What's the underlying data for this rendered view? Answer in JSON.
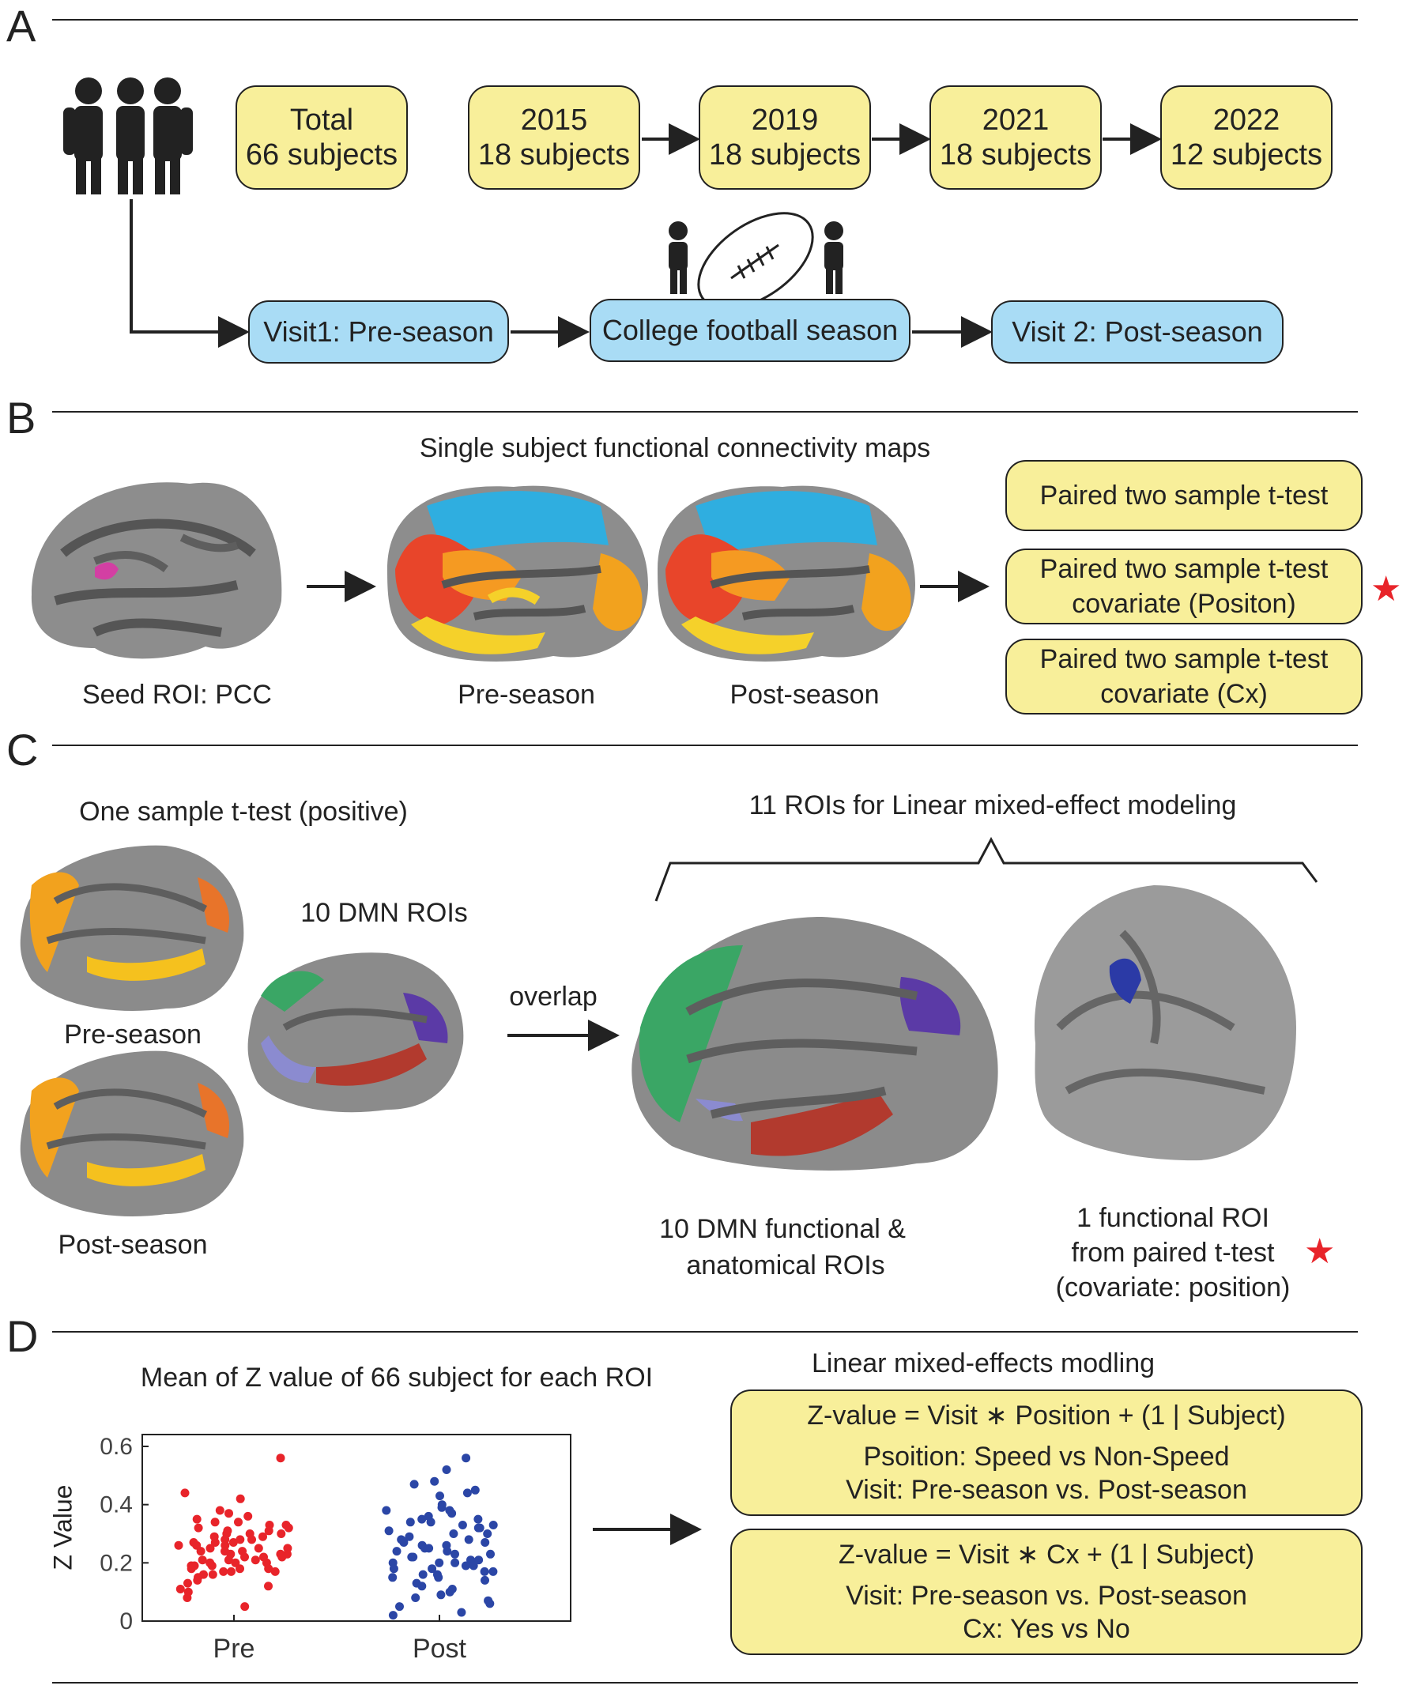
{
  "panels": {
    "a": "A",
    "b": "B",
    "c": "C",
    "d": "D"
  },
  "a": {
    "total_line1": "Total",
    "total_line2": "66 subjects",
    "cohorts": [
      {
        "year": "2015",
        "subjects": "18 subjects"
      },
      {
        "year": "2019",
        "subjects": "18 subjects"
      },
      {
        "year": "2021",
        "subjects": "18 subjects"
      },
      {
        "year": "2022",
        "subjects": "12 subjects"
      }
    ],
    "visit1": "Visit1: Pre-season",
    "season": "College football season",
    "visit2": "Visit 2: Post-season"
  },
  "b": {
    "title": "Single subject functional connectivity maps",
    "seed_label": "Seed ROI: PCC",
    "pre_label": "Pre-season",
    "post_label": "Post-season",
    "test1": "Paired two sample t-test",
    "test2_line1": "Paired two sample t-test",
    "test2_line2": "covariate (Positon)",
    "test3_line1": "Paired two sample t-test",
    "test3_line2": "covariate (Cx)"
  },
  "c": {
    "one_sample": "One sample t-test (positive)",
    "pre_label": "Pre-season",
    "post_label": "Post-season",
    "dmn_rois": "10 DMN ROIs",
    "overlap": "overlap",
    "rois_title": "11 ROIs for Linear mixed-effect modeling",
    "dmn_func_line1": "10 DMN functional &",
    "dmn_func_line2": "anatomical ROIs",
    "func_roi_line1": "1 functional ROI",
    "func_roi_line2": "from paired t-test",
    "func_roi_line3": "(covariate: position)"
  },
  "d": {
    "plot_title": "Mean of Z value of 66 subject for each ROI",
    "lme_title": "Linear mixed-effects modling",
    "model1_line1": "Z-value = Visit ∗ Position + (1 | Subject)",
    "model1_line2": "Psoition: Speed vs Non-Speed",
    "model1_line3": "Visit: Pre-season vs. Post-season",
    "model2_line1": "Z-value = Visit ∗ Cx + (1 | Subject)",
    "model2_line2": "Visit: Pre-season vs. Post-season",
    "model2_line3": "Cx: Yes vs No"
  },
  "chart_data": {
    "type": "scatter",
    "ylabel": "Z Value",
    "xlabel": "",
    "categories": [
      "Pre",
      "Post"
    ],
    "yticks": [
      "0",
      "0.2",
      "0.4",
      "0.6"
    ],
    "ylim": [
      0,
      0.6
    ],
    "series": [
      {
        "category": "Pre",
        "color": "#e8242a",
        "values": [
          0.56,
          0.44,
          0.42,
          0.38,
          0.37,
          0.36,
          0.35,
          0.34,
          0.34,
          0.33,
          0.33,
          0.32,
          0.32,
          0.31,
          0.31,
          0.3,
          0.3,
          0.3,
          0.29,
          0.29,
          0.28,
          0.28,
          0.28,
          0.27,
          0.27,
          0.27,
          0.26,
          0.26,
          0.26,
          0.25,
          0.25,
          0.25,
          0.24,
          0.24,
          0.24,
          0.23,
          0.23,
          0.23,
          0.22,
          0.22,
          0.22,
          0.21,
          0.21,
          0.21,
          0.2,
          0.2,
          0.2,
          0.19,
          0.19,
          0.19,
          0.18,
          0.18,
          0.18,
          0.17,
          0.17,
          0.17,
          0.16,
          0.16,
          0.15,
          0.14,
          0.13,
          0.12,
          0.11,
          0.1,
          0.08,
          0.05
        ]
      },
      {
        "category": "Post",
        "color": "#2b46a6",
        "values": [
          0.56,
          0.52,
          0.48,
          0.47,
          0.45,
          0.44,
          0.43,
          0.4,
          0.39,
          0.38,
          0.38,
          0.37,
          0.36,
          0.35,
          0.35,
          0.34,
          0.34,
          0.33,
          0.33,
          0.32,
          0.32,
          0.31,
          0.3,
          0.3,
          0.29,
          0.28,
          0.28,
          0.27,
          0.27,
          0.26,
          0.26,
          0.25,
          0.25,
          0.24,
          0.24,
          0.23,
          0.23,
          0.22,
          0.22,
          0.21,
          0.21,
          0.2,
          0.2,
          0.2,
          0.19,
          0.19,
          0.18,
          0.18,
          0.17,
          0.17,
          0.16,
          0.16,
          0.15,
          0.15,
          0.14,
          0.13,
          0.12,
          0.11,
          0.1,
          0.09,
          0.08,
          0.07,
          0.06,
          0.05,
          0.03,
          0.02
        ]
      }
    ]
  }
}
